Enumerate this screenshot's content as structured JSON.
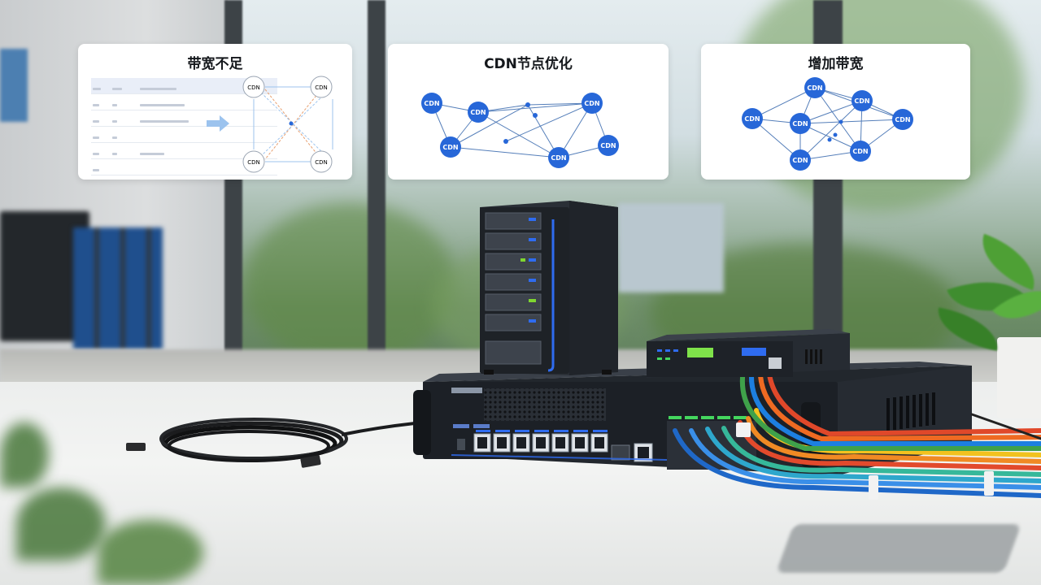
{
  "cards": {
    "insufficient_bandwidth": {
      "title": "带宽不足",
      "node_label": "CDN"
    },
    "cdn_optimization": {
      "title": "CDN节点优化",
      "node_label": "CDN"
    },
    "increase_bandwidth": {
      "title": "增加带宽",
      "node_label": "CDN"
    }
  },
  "colors": {
    "cdn_node_blue": "#2767d8",
    "arrow_light_blue": "#9cc3ee",
    "arrow_orange": "#e8a070",
    "led_blue": "#2f6cf0",
    "led_green": "#44d65e"
  },
  "icons": [
    "right-arrow-icon",
    "server-tower",
    "network-switch",
    "modem-device",
    "ethernet-cable-coil",
    "colored-patch-cables"
  ]
}
